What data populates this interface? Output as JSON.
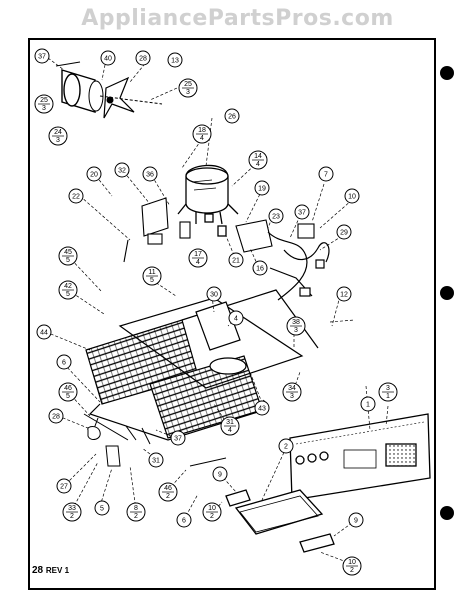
{
  "watermark": "AppliancePartsPros.com",
  "footer": {
    "page": "28",
    "rev": "REV 1"
  },
  "callouts": {
    "c37a": "37",
    "c40": "40",
    "c28": "28",
    "c13": "13",
    "c25_3a_n": "25",
    "c25_3a_d": "3",
    "c24_3_n": "24",
    "c24_3_d": "3",
    "c25_3b_n": "25",
    "c25_3b_d": "3",
    "c26": "26",
    "c18_4_n": "18",
    "c18_4_d": "4",
    "c14_4_n": "14",
    "c14_4_d": "4",
    "c20": "20",
    "c32": "32",
    "c36": "36",
    "c22": "22",
    "c19": "19",
    "c7": "7",
    "c10": "10",
    "c23": "23",
    "c37b": "37",
    "c29": "29",
    "c17_4_n": "17",
    "c17_4_d": "4",
    "c21": "21",
    "c16": "16",
    "c45_5a_n": "45",
    "c45_5a_d": "5",
    "c11_5_n": "11",
    "c11_5_d": "5",
    "c42_5_n": "42",
    "c42_5_d": "5",
    "c30": "30",
    "c12": "12",
    "c4": "4",
    "c38_3_n": "38",
    "c38_3_d": "3",
    "c44": "44",
    "c6a": "6",
    "c46_5_n": "46",
    "c46_5_d": "5",
    "c34_3_n": "34",
    "c34_3_d": "3",
    "c3_1_n": "3",
    "c3_1_d": "1",
    "c1": "1",
    "c28b": "28",
    "c31_4_n": "31",
    "c31_4_d": "4",
    "c43": "43",
    "c37c": "37",
    "c31": "31",
    "c2": "2",
    "c27": "27",
    "c9a": "9",
    "c46_2_n": "46",
    "c46_2_d": "2",
    "c33_2_n": "33",
    "c33_2_d": "2",
    "c5": "5",
    "c8_2_n": "8",
    "c8_2_d": "2",
    "c6b": "6",
    "c10_2a_n": "10",
    "c10_2a_d": "2",
    "c9b": "9",
    "c10_2b_n": "10",
    "c10_2b_d": "2"
  }
}
